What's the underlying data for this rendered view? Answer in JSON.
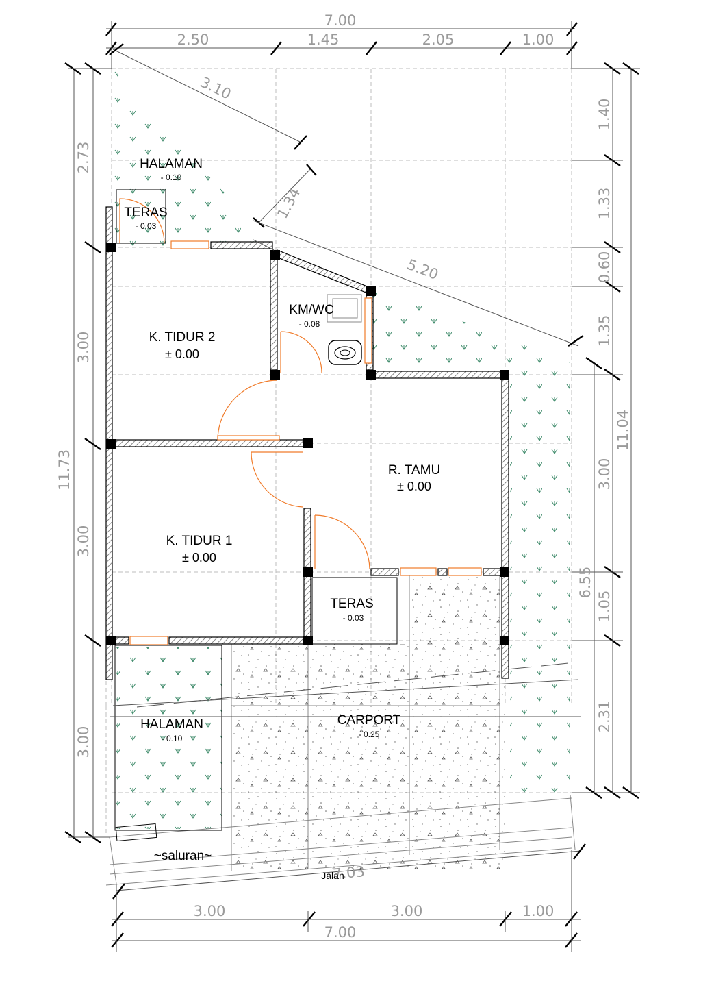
{
  "dimensions": {
    "top_total": "7.00",
    "top_segments": [
      "2.50",
      "1.45",
      "2.05",
      "1.00"
    ],
    "diag_a": "3.10",
    "diag_b": "1.34",
    "diag_c": "5.20",
    "left_total": "11.73",
    "left_segments": [
      "2.73",
      "3.00",
      "3.00",
      "3.00"
    ],
    "right_total": "11.04",
    "right_sub": "6.55",
    "right_segments": [
      "1.40",
      "1.33",
      "0.60",
      "1.35",
      "3.00",
      "1.05",
      "2.31"
    ],
    "bottom_diag": "7.03",
    "bottom_segments": [
      "3.00",
      "3.00",
      "1.00"
    ],
    "bottom_total": "7.00"
  },
  "rooms": {
    "halaman_top": {
      "name": "HALAMAN",
      "level": "- 0.10"
    },
    "teras_top": {
      "name": "TERAS",
      "level": "- 0.03"
    },
    "kmwc": {
      "name": "KM/WC",
      "level": "- 0.08"
    },
    "tidur2": {
      "name": "K. TIDUR 2",
      "level": "± 0.00"
    },
    "tamu": {
      "name": "R. TAMU",
      "level": "± 0.00"
    },
    "tidur1": {
      "name": "K. TIDUR 1",
      "level": "± 0.00"
    },
    "teras_mid": {
      "name": "TERAS",
      "level": "- 0.03"
    },
    "halaman_bot": {
      "name": "HALAMAN",
      "level": "- 0.10"
    },
    "carport": {
      "name": "CARPORT",
      "level": "- 0.25"
    }
  },
  "labels": {
    "saluran": "~saluran~",
    "jalan": "Jalan"
  },
  "colors": {
    "wall_line": "#000000",
    "door_window": "#f07b2a",
    "grass": "#3e8a6a",
    "dimension_text": "#9a9a9a"
  }
}
